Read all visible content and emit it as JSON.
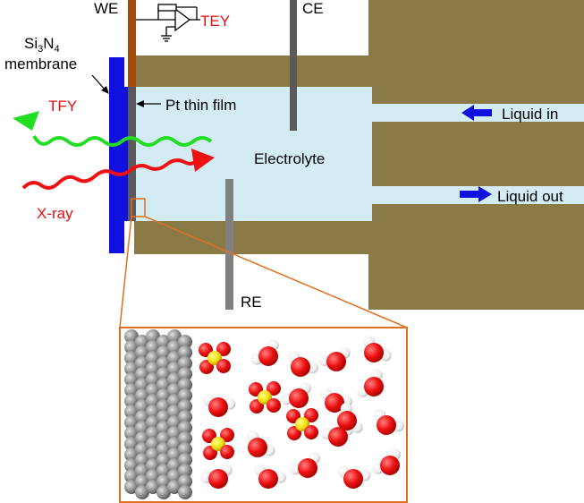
{
  "labels": {
    "we": "WE",
    "tey": "TEY",
    "ce": "CE",
    "si3n4_prefix": "Si",
    "si3n4_sub1": "3",
    "si3n4_mid": "N",
    "si3n4_sub2": "4",
    "membrane": "membrane",
    "tfy": "TFY",
    "pt_thin_film": "Pt thin film",
    "electrolyte": "Electrolyte",
    "liquid_in": "Liquid in",
    "liquid_out": "Liquid out",
    "xray": "X-ray",
    "re": "RE"
  },
  "colors": {
    "cell_body": "#8a7a45",
    "electrolyte": "#d3ecf4",
    "membrane": "#1010e0",
    "we_electrode": "#a64b10",
    "electrode_gray": "#5a5a5a",
    "tfy_wave": "#22dd22",
    "xray_wave": "#ee1111",
    "flow_arrow": "#1010e0",
    "zoom_frame": "#e07020",
    "pt_atom": "#8c8c8c",
    "oxygen": "#ee1111",
    "hydrogen": "#f4f4f4",
    "sulfur": "#f0e010"
  }
}
